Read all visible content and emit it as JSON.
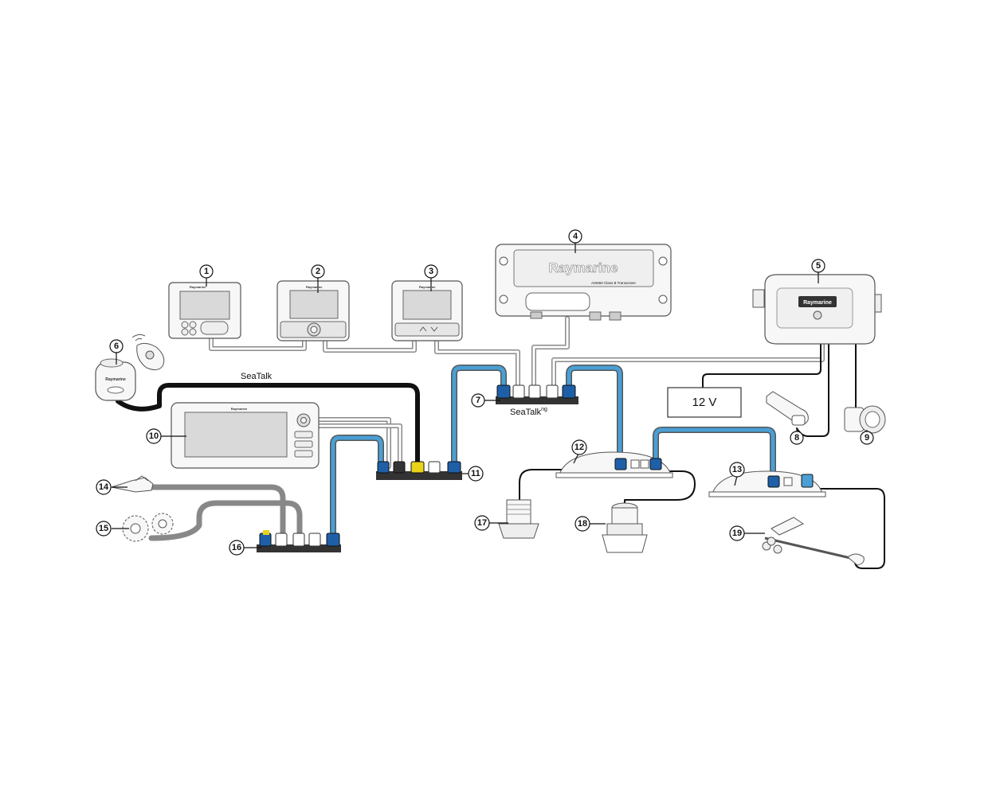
{
  "labels": {
    "seatalk": "SeaTalk",
    "seatalkng": "SeaTalk",
    "seatalkng_sup": "ng",
    "power": "12 V",
    "brand": "Raymarine",
    "ais_model": "AIS650 Class B Transceiver"
  },
  "callouts": [
    "1",
    "2",
    "3",
    "4",
    "5",
    "6",
    "7",
    "8",
    "9",
    "10",
    "11",
    "12",
    "13",
    "14",
    "15",
    "16",
    "17",
    "18",
    "19"
  ],
  "colors": {
    "seatalkng_cable": "#4a9fd4",
    "seatalk_cable": "#111111",
    "spur_cable": "#9a9a9a",
    "yellow_connector": "#e8d31a",
    "blue_connector": "#1f5fa8"
  }
}
